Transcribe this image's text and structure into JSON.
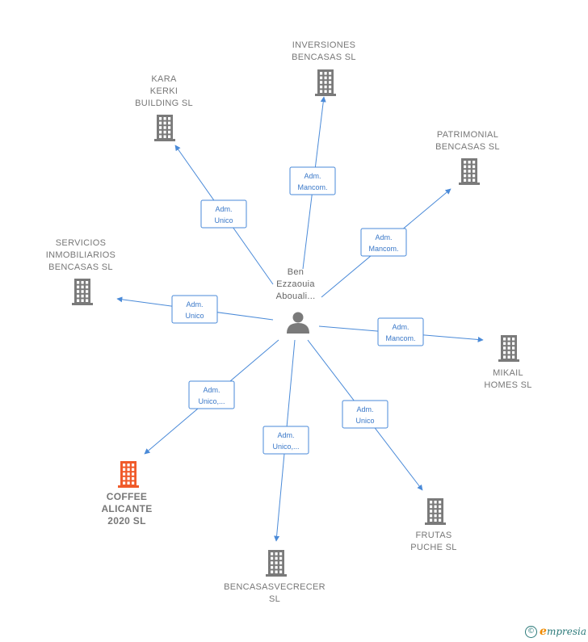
{
  "center": {
    "name_lines": [
      "Ben",
      "Ezzaouia",
      "Abouali..."
    ],
    "icon": "person-icon"
  },
  "colors": {
    "edge": "#4a8ad8",
    "building": "#7a7a7a",
    "highlight": "#f05a2a",
    "label": "#777777"
  },
  "nodes": [
    {
      "id": "inversiones",
      "name_lines": [
        "INVERSIONES",
        "BENCASAS  SL"
      ],
      "role_lines": [
        "Adm.",
        "Mancom."
      ],
      "highlight": false
    },
    {
      "id": "kara",
      "name_lines": [
        "KARA",
        "KERKI",
        "BUILDING  SL"
      ],
      "role_lines": [
        "Adm.",
        "Unico"
      ],
      "highlight": false
    },
    {
      "id": "patrimonial",
      "name_lines": [
        "PATRIMONIAL",
        "BENCASAS  SL"
      ],
      "role_lines": [
        "Adm.",
        "Mancom."
      ],
      "highlight": false
    },
    {
      "id": "servicios",
      "name_lines": [
        "SERVICIOS",
        "INMOBILIARIOS",
        "BENCASAS  SL"
      ],
      "role_lines": [
        "Adm.",
        "Unico"
      ],
      "highlight": false
    },
    {
      "id": "mikail",
      "name_lines": [
        "MIKAIL",
        "HOMES  SL"
      ],
      "role_lines": [
        "Adm.",
        "Mancom."
      ],
      "highlight": false
    },
    {
      "id": "coffee",
      "name_lines": [
        "COFFEE",
        "ALICANTE",
        "2020  SL"
      ],
      "role_lines": [
        "Adm.",
        "Unico,..."
      ],
      "highlight": true
    },
    {
      "id": "frutas",
      "name_lines": [
        "FRUTAS",
        "PUCHE SL"
      ],
      "role_lines": [
        "Adm.",
        "Unico"
      ],
      "highlight": false
    },
    {
      "id": "bencasasvecrecer",
      "name_lines": [
        "BENCASASVECRECER",
        "SL"
      ],
      "role_lines": [
        "Adm.",
        "Unico,..."
      ],
      "highlight": false
    }
  ],
  "footer": {
    "copyright_symbol": "©",
    "brand_first": "e",
    "brand_rest": "mpresia"
  }
}
